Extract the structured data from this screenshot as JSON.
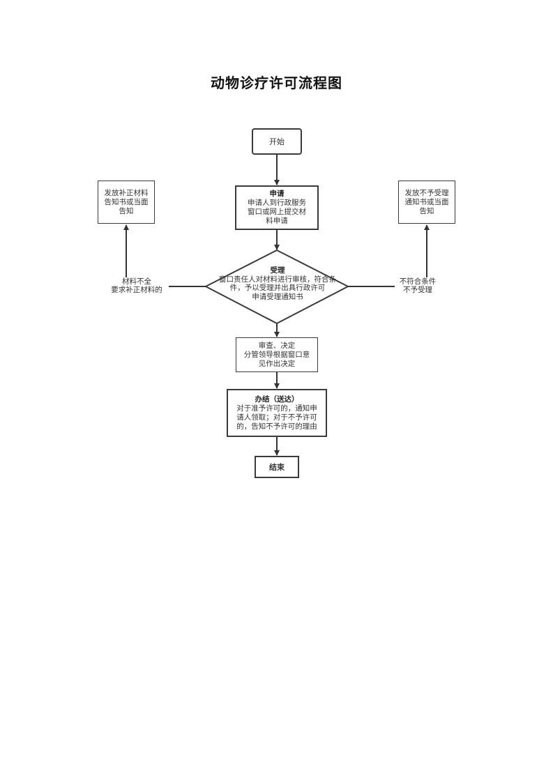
{
  "title": "动物诊疗许可流程图",
  "nodes": {
    "start": {
      "label": "开始"
    },
    "apply": {
      "head": "申请",
      "lines": [
        "申请人到行政服务",
        "窗口或网上提交材",
        "料申请"
      ]
    },
    "accept": {
      "head": "受理",
      "lines": [
        "窗口责任人对材料进行审核，符合条",
        "件，予以受理并出具行政许可",
        "申请受理通知书"
      ]
    },
    "review": {
      "lines": [
        "审查、决定",
        "分管领导根据窗口意",
        "见作出决定"
      ]
    },
    "complete": {
      "head": "办结（送达）",
      "lines": [
        "对于准予许可的，通知申",
        "请人领取；对于不予许可",
        "的，告知不予许可的理由"
      ]
    },
    "end": {
      "label": "结束"
    },
    "supplement": {
      "lines": [
        "发放补正材料",
        "告知书或当面",
        "告知"
      ]
    },
    "reject": {
      "lines": [
        "发放不予受理",
        "通知书或当面",
        "告知"
      ]
    }
  },
  "edges": {
    "left_label": [
      "材料不全",
      "要求补正材料的"
    ],
    "right_label": [
      "不符合条件",
      "不予受理"
    ]
  }
}
